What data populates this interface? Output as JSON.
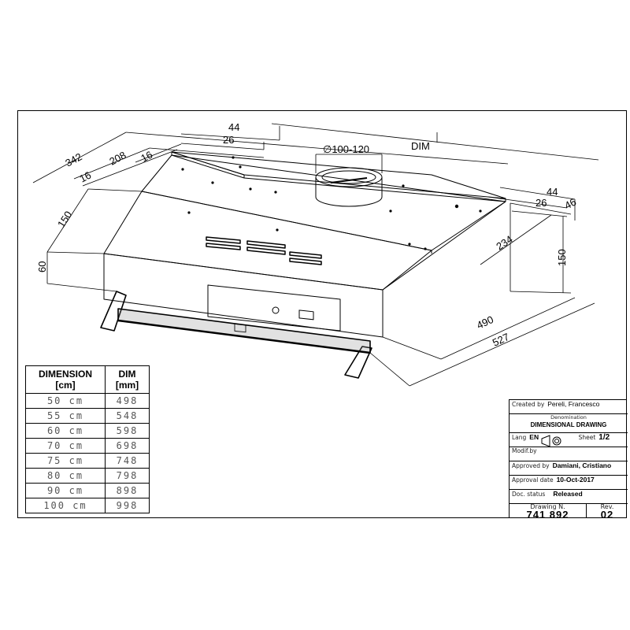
{
  "drawing": {
    "dimensions": {
      "top_44_left": "44",
      "top_26_left": "26",
      "d342": "342",
      "d208": "208",
      "d16a": "16",
      "d16b": "16",
      "duct": "∅100-120",
      "dim": "DIM",
      "right_44": "44",
      "right_26": "26",
      "right_46": "46",
      "d234": "234",
      "left_150": "150",
      "left_60": "60",
      "right_150": "150",
      "d490": "490",
      "d527": "527"
    }
  },
  "dimension_table": {
    "header_dimension": "DIMENSION",
    "header_dimension_unit": "[cm]",
    "header_dim": "DIM",
    "header_dim_unit": "[mm]",
    "rows": [
      {
        "size": "50 cm",
        "dim": "498"
      },
      {
        "size": "55 cm",
        "dim": "548"
      },
      {
        "size": "60 cm",
        "dim": "598"
      },
      {
        "size": "70 cm",
        "dim": "698"
      },
      {
        "size": "75 cm",
        "dim": "748"
      },
      {
        "size": "80 cm",
        "dim": "798"
      },
      {
        "size": "90 cm",
        "dim": "898"
      },
      {
        "size": "100 cm",
        "dim": "998"
      }
    ]
  },
  "title_block": {
    "created_by_label": "Created by",
    "created_by": "Pereli, Francesco",
    "denomination_label": "Denomination",
    "denomination": "DIMENSIONAL DRAWING",
    "lang_label": "Lang",
    "lang": "EN",
    "sheet_label": "Sheet",
    "sheet": "1/2",
    "modif_label": "Modif.by",
    "approved_by_label": "Approved by",
    "approved_by": "Damiani, Cristiano",
    "approval_date_label": "Approval date",
    "approval_date": "10-Oct-2017",
    "doc_status_label": "Doc. status",
    "doc_status": "Released",
    "drawing_no_label": "Drawing N.",
    "drawing_no": "741 892",
    "rev_label": "Rev.",
    "rev": "02"
  }
}
